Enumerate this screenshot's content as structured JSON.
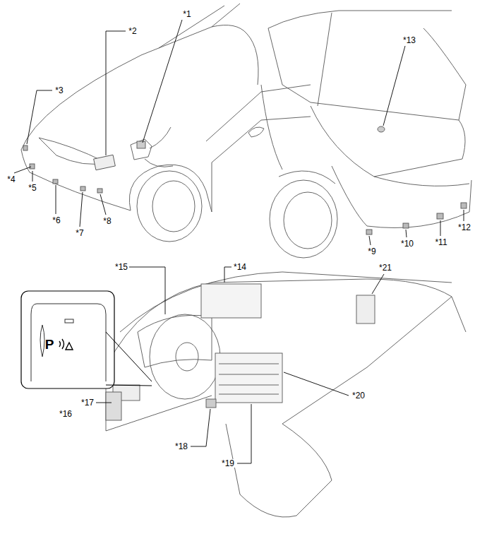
{
  "diagram": {
    "labels": [
      "*1",
      "*2",
      "*3",
      "*4",
      "*5",
      "*6",
      "*7",
      "*8",
      "*9",
      "*10",
      "*11",
      "*12",
      "*13",
      "*14",
      "*15",
      "*16",
      "*17",
      "*18",
      "*19",
      "*20",
      "*21",
      "P"
    ]
  }
}
